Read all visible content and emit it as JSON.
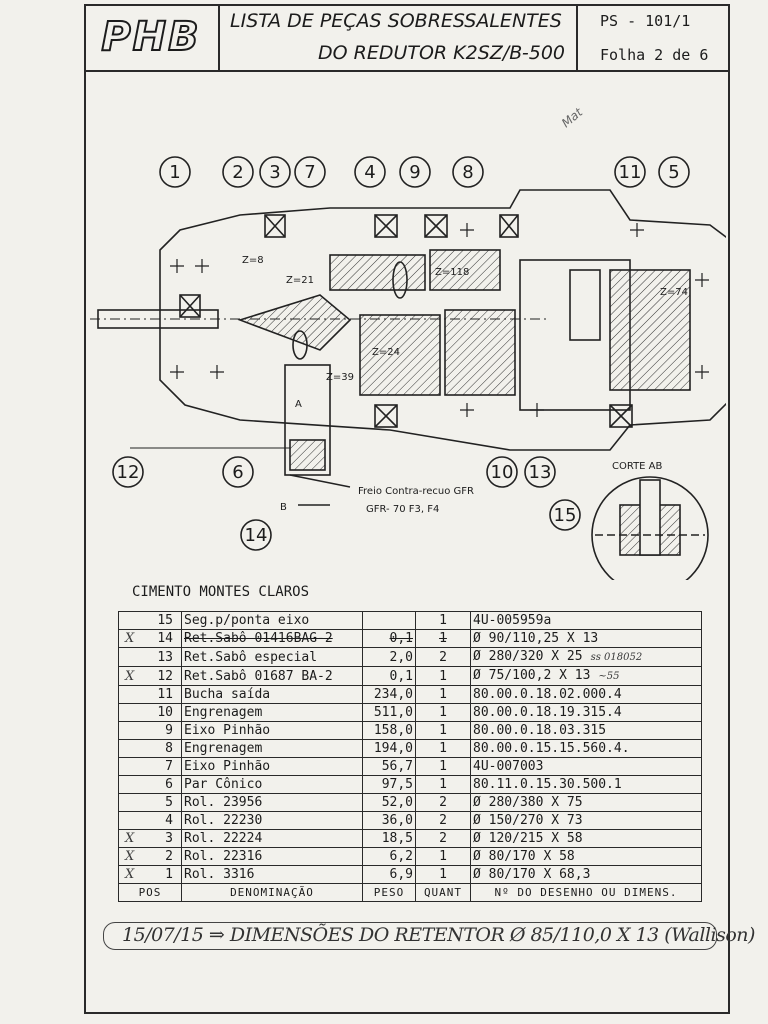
{
  "header": {
    "logo": "PHB",
    "title_line1": "LISTA DE PEÇAS SOBRESSALENTES",
    "title_line2": "DO REDUTOR K2SZ/B-500",
    "doc_code": "PS - 101/1",
    "sheet": "Folha 2 de 6"
  },
  "drawing": {
    "callouts": [
      "1",
      "2",
      "3",
      "7",
      "4",
      "9",
      "8",
      "11",
      "5",
      "12",
      "6",
      "14",
      "10",
      "13",
      "15"
    ],
    "teeth_labels": [
      "Z=8",
      "Z=21",
      "Z=24",
      "Z=39",
      "Z=118",
      "Z=74"
    ],
    "brake_note": "Freio Contra-recuo GFR",
    "brake_model": "GFR- 70 F3, F4",
    "section_label": "CORTE AB",
    "marker_a": "A",
    "marker_b": "B",
    "margin_note": "Mat"
  },
  "company": "CIMENTO MONTES CLAROS",
  "parts": [
    {
      "pos": "15",
      "den": "Seg.p/ponta eixo",
      "peso": "",
      "qt": "1",
      "draw": "4U-005959a",
      "mark": "",
      "strike": false,
      "note": ""
    },
    {
      "pos": "14",
      "den": "Ret.Sabô 01416BAG-2",
      "peso": "0,1",
      "qt": "1",
      "draw": "Ø 90/110,25 X 13",
      "mark": "X",
      "strike": true,
      "note": ""
    },
    {
      "pos": "13",
      "den": "Ret.Sabô especial",
      "peso": "2,0",
      "qt": "2",
      "draw": "Ø 280/320 X 25",
      "mark": "",
      "strike": false,
      "note": "ss 018052"
    },
    {
      "pos": "12",
      "den": "Ret.Sabô 01687 BA-2",
      "peso": "0,1",
      "qt": "1",
      "draw": "Ø 75/100,2 X 13",
      "mark": "X",
      "strike": false,
      "note": "~55"
    },
    {
      "pos": "11",
      "den": "Bucha saída",
      "peso": "234,0",
      "qt": "1",
      "draw": "80.00.0.18.02.000.4",
      "mark": "",
      "strike": false,
      "note": ""
    },
    {
      "pos": "10",
      "den": "Engrenagem",
      "peso": "511,0",
      "qt": "1",
      "draw": "80.00.0.18.19.315.4",
      "mark": "",
      "strike": false,
      "note": ""
    },
    {
      "pos": "9",
      "den": "Eixo Pinhão",
      "peso": "158,0",
      "qt": "1",
      "draw": "80.00.0.18.03.315",
      "mark": "",
      "strike": false,
      "note": ""
    },
    {
      "pos": "8",
      "den": "Engrenagem",
      "peso": "194,0",
      "qt": "1",
      "draw": "80.00.0.15.15.560.4.",
      "mark": "",
      "strike": false,
      "note": ""
    },
    {
      "pos": "7",
      "den": "Eixo Pinhão",
      "peso": "56,7",
      "qt": "1",
      "draw": "4U-007003",
      "mark": "",
      "strike": false,
      "note": ""
    },
    {
      "pos": "6",
      "den": "Par Cônico",
      "peso": "97,5",
      "qt": "1",
      "draw": "80.11.0.15.30.500.1",
      "mark": "",
      "strike": false,
      "note": ""
    },
    {
      "pos": "5",
      "den": "Rol. 23956",
      "peso": "52,0",
      "qt": "2",
      "draw": "Ø 280/380 X 75",
      "mark": "",
      "strike": false,
      "note": ""
    },
    {
      "pos": "4",
      "den": "Rol. 22230",
      "peso": "36,0",
      "qt": "2",
      "draw": "Ø 150/270 X 73",
      "mark": "",
      "strike": false,
      "note": ""
    },
    {
      "pos": "3",
      "den": "Rol. 22224",
      "peso": "18,5",
      "qt": "2",
      "draw": "Ø 120/215 X 58",
      "mark": "X",
      "strike": false,
      "note": ""
    },
    {
      "pos": "2",
      "den": "Rol. 22316",
      "peso": "6,2",
      "qt": "1",
      "draw": "Ø 80/170 X 58",
      "mark": "X",
      "strike": false,
      "note": ""
    },
    {
      "pos": "1",
      "den": "Rol. 3316",
      "peso": "6,9",
      "qt": "1",
      "draw": "Ø 80/170 X 68,3",
      "mark": "X",
      "strike": false,
      "note": ""
    }
  ],
  "columns": {
    "pos": "POS",
    "den": "DENOMINAÇÃO",
    "peso": "PESO",
    "qt": "QUANT",
    "draw": "Nº DO DESENHO OU DIMENS."
  },
  "footnote": "15/07/15 ⇒ DIMENSÕES DO RETENTOR Ø 85/110,0 X 13 (Wallison)"
}
